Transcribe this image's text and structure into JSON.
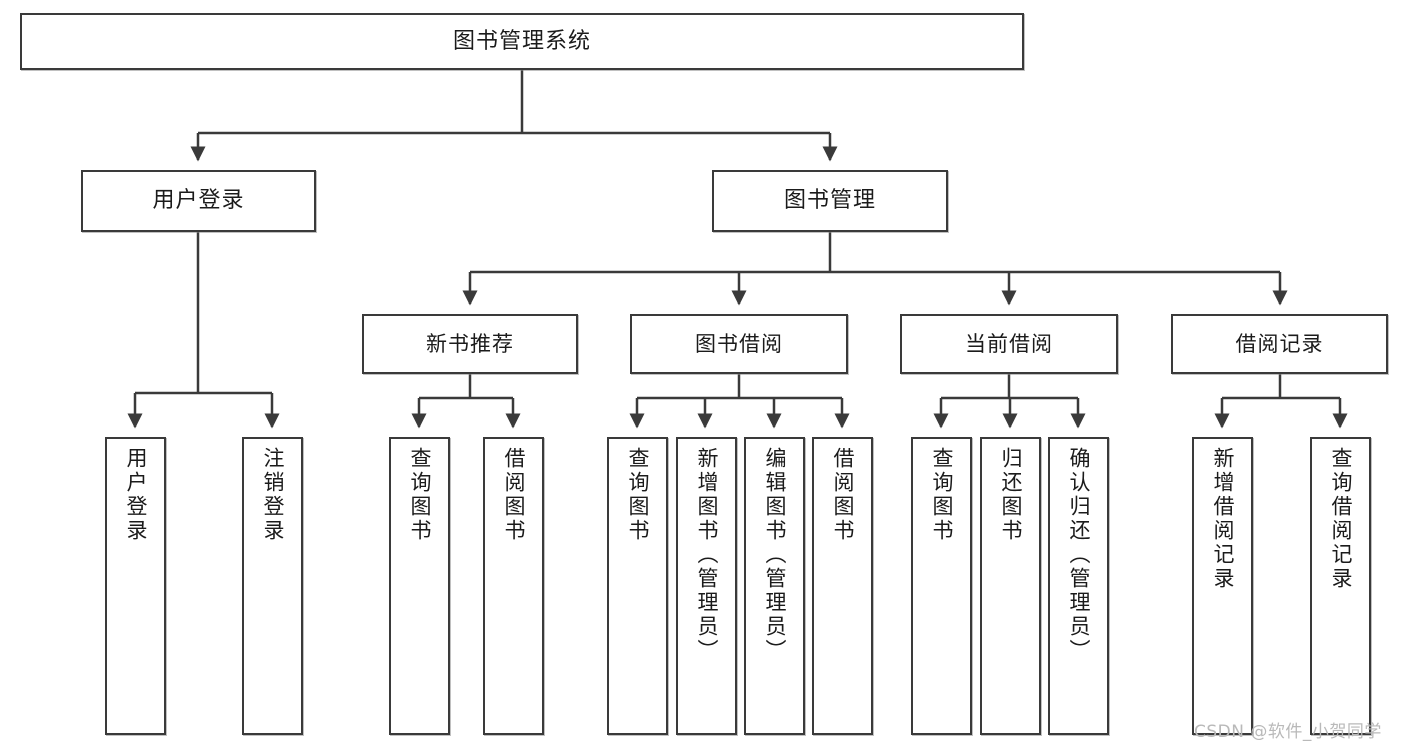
{
  "diagram": {
    "type": "hierarchy-tree",
    "title": "图书管理系统",
    "stroke_color": "#3a3a3a",
    "background_color": "#ffffff",
    "text_color": "#1b1b1b"
  },
  "root": {
    "label": "图书管理系统"
  },
  "level1": [
    {
      "label": "用户登录"
    },
    {
      "label": "图书管理"
    }
  ],
  "level2": [
    {
      "label": "新书推荐"
    },
    {
      "label": "图书借阅"
    },
    {
      "label": "当前借阅"
    },
    {
      "label": "借阅记录"
    }
  ],
  "leaves": {
    "user_login": [
      {
        "label": "用户登录"
      },
      {
        "label": "注销登录"
      }
    ],
    "new_book_recommend": [
      {
        "label": "查询图书"
      },
      {
        "label": "借阅图书"
      }
    ],
    "book_borrow": [
      {
        "label": "查询图书"
      },
      {
        "label": "新增图书（管理员）"
      },
      {
        "label": "编辑图书（管理员）"
      },
      {
        "label": "借阅图书"
      }
    ],
    "current_borrow": [
      {
        "label": "查询图书"
      },
      {
        "label": "归还图书"
      },
      {
        "label": "确认归还（管理员）"
      }
    ],
    "borrow_record": [
      {
        "label": "新增借阅记录"
      },
      {
        "label": "查询借阅记录"
      }
    ]
  },
  "watermark": {
    "text": "CSDN @软件_小贺同学"
  }
}
